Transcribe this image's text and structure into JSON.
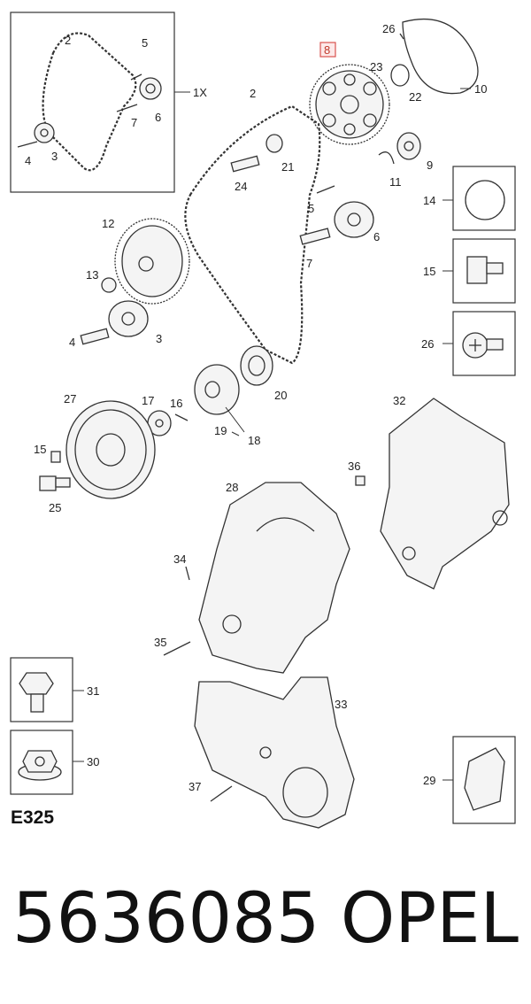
{
  "diagram": {
    "code": "E325",
    "highlighted_callout": "8",
    "callouts": {
      "c1x": "1X",
      "c2a": "2",
      "c2b": "2",
      "c3a": "3",
      "c3b": "3",
      "c4a": "4",
      "c4b": "4",
      "c5a": "5",
      "c5b": "5",
      "c6a": "6",
      "c6b": "6",
      "c7a": "7",
      "c7b": "7",
      "c9": "9",
      "c10": "10",
      "c11": "11",
      "c12": "12",
      "c13": "13",
      "c14": "14",
      "c15a": "15",
      "c15b": "15",
      "c16": "16",
      "c17": "17",
      "c18": "18",
      "c19": "19",
      "c20": "20",
      "c21": "21",
      "c22": "22",
      "c23": "23",
      "c24": "24",
      "c25": "25",
      "c26a": "26",
      "c26b": "26",
      "c27": "27",
      "c28": "28",
      "c29": "29",
      "c30": "30",
      "c31": "31",
      "c32": "32",
      "c33": "33",
      "c34": "34",
      "c35": "35",
      "c36": "36",
      "c37": "37"
    }
  },
  "footer": {
    "part_number": "5636085",
    "brand": "OPEL"
  }
}
